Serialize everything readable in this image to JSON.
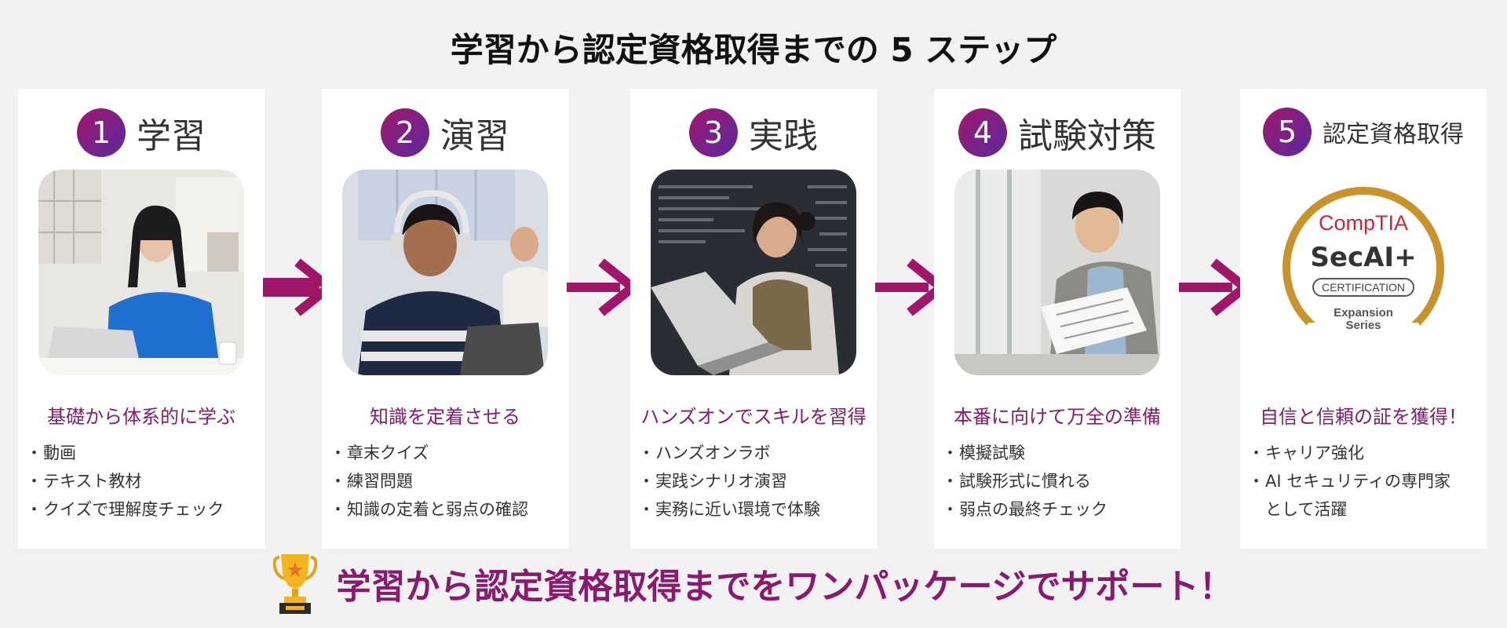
{
  "title": "学習から認定資格取得までの 5 ステップ",
  "colors": {
    "accent": "#8b1a6e",
    "arrow": "#a0176a",
    "badge_gold": "#c9932a",
    "badge_red": "#d6223a"
  },
  "steps": [
    {
      "num": "1",
      "name": "学習",
      "subtitle": "基礎から体系的に学ぶ",
      "bullets": [
        "動画",
        "テキスト教材",
        "クイズで理解度チェック"
      ]
    },
    {
      "num": "2",
      "name": "演習",
      "subtitle": "知識を定着させる",
      "bullets": [
        "章末クイズ",
        "練習問題",
        "知識の定着と弱点の確認"
      ]
    },
    {
      "num": "3",
      "name": "実践",
      "subtitle": "ハンズオンでスキルを習得",
      "bullets": [
        "ハンズオンラボ",
        "実践シナリオ演習",
        "実務に近い環境で体験"
      ]
    },
    {
      "num": "4",
      "name": "試験対策",
      "subtitle": "本番に向けて万全の準備",
      "bullets": [
        "模擬試験",
        "試験形式に慣れる",
        "弱点の最終チェック"
      ]
    },
    {
      "num": "5",
      "name": "認定資格取得",
      "subtitle": "自信と信頼の証を獲得！",
      "bullets": [
        "キャリア強化",
        "AI セキュリティの専門家",
        "として活躍"
      ]
    }
  ],
  "badge": {
    "brand": "CompTIA",
    "product": "SecAI+",
    "type": "CERTIFICATION",
    "series_line1": "Expansion",
    "series_line2": "Series"
  },
  "footer": {
    "text": "学習から認定資格取得までをワンパッケージでサポート！",
    "icon": "trophy-icon"
  }
}
